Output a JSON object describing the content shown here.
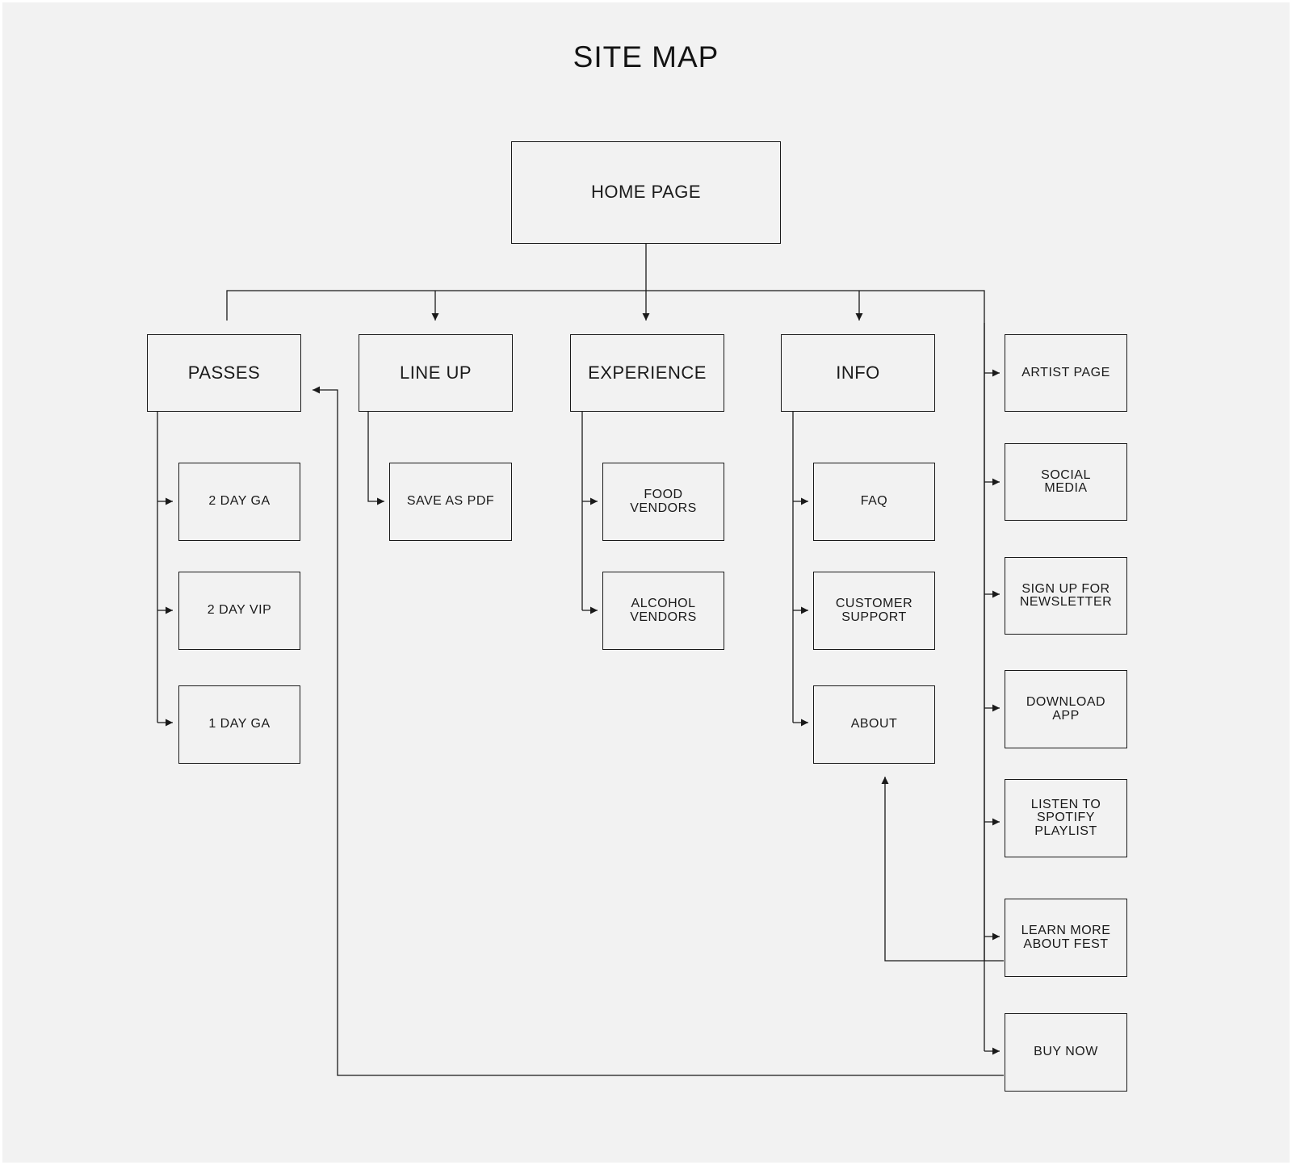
{
  "title": "SITE MAP",
  "nodes": {
    "home": "HOME PAGE",
    "passes": "PASSES",
    "lineup": "LINE UP",
    "experience": "EXPERIENCE",
    "info": "INFO",
    "day2ga": "2 DAY GA",
    "day2vip": "2 DAY VIP",
    "day1ga": "1 DAY GA",
    "savepdf": "SAVE AS PDF",
    "food": "FOOD\nVENDORS",
    "alcohol": "ALCOHOL\nVENDORS",
    "faq": "FAQ",
    "support": "CUSTOMER\nSUPPORT",
    "about": "ABOUT",
    "artist": "ARTIST PAGE",
    "social": "SOCIAL\nMEDIA",
    "newsletter": "SIGN UP FOR\nNEWSLETTER",
    "app": "DOWNLOAD\nAPP",
    "spotify": "LISTEN TO\nSPOTIFY\nPLAYLIST",
    "learn": "LEARN MORE\nABOUT FEST",
    "buy": "BUY NOW"
  },
  "colors": {
    "background": "#f2f2f2",
    "stroke": "#1a1a1a"
  }
}
